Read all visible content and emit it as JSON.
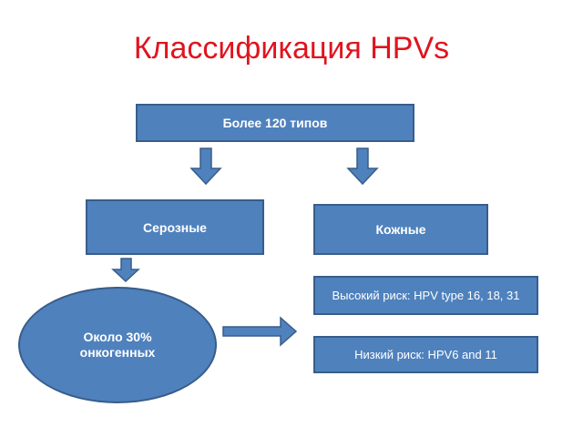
{
  "title": "Классификация HPVs",
  "nodes": {
    "root": "Более 120 типов",
    "serous": "Серозные",
    "skin": "Кожные",
    "oncogenic_line1": "Около 30%",
    "oncogenic_line2": "онкогенных",
    "high_risk": "Высокий риск: HPV type 16, 18, 31",
    "low_risk": "Низкий риск: HPV6 and 11"
  },
  "colors": {
    "title": "#e0141e",
    "box_fill": "#4f81bd",
    "box_border": "#385d8a"
  }
}
